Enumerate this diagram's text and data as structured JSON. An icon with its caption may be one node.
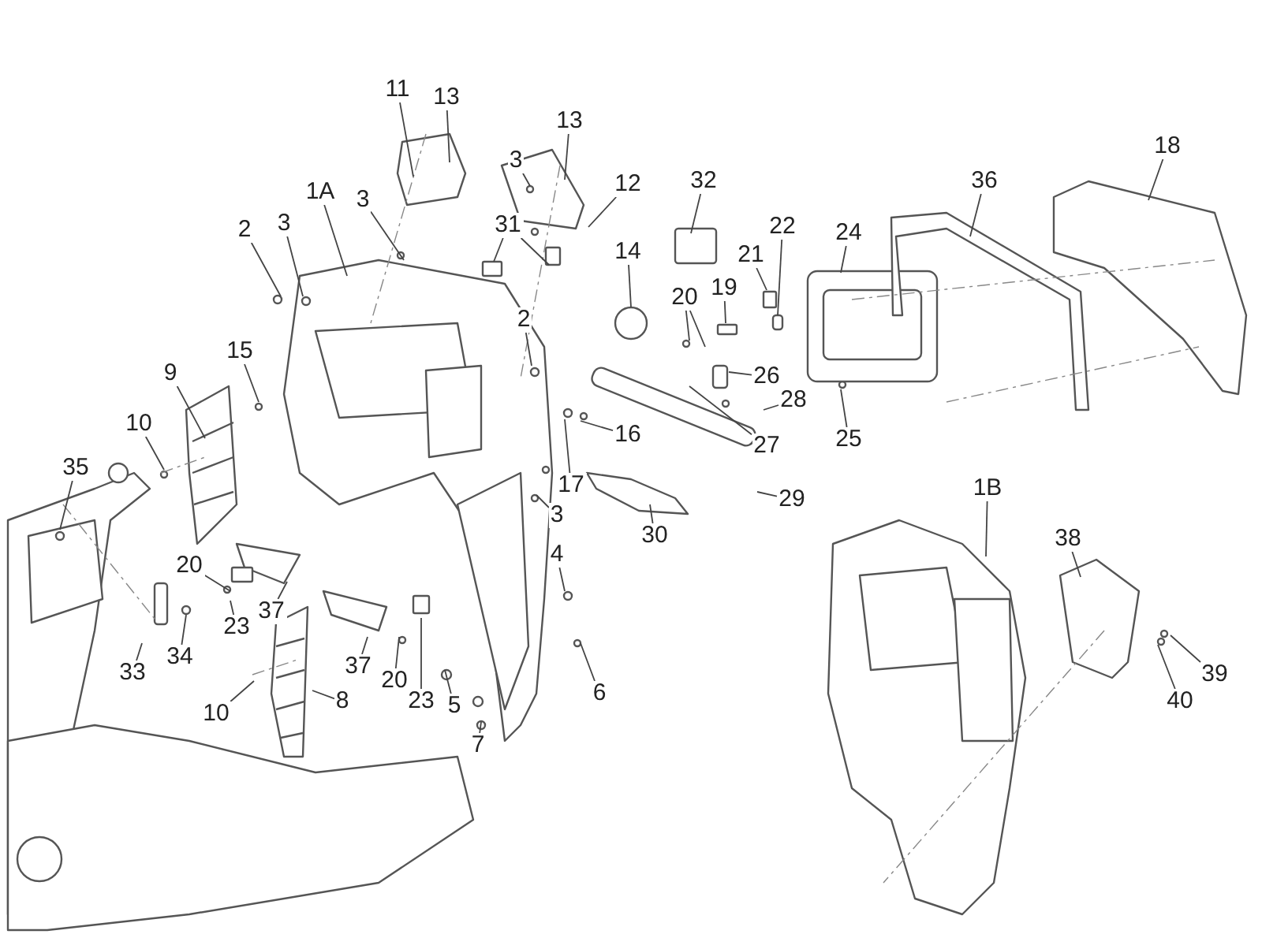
{
  "diagram": {
    "nodes": [
      {
        "text": [
          "11"
        ]
      },
      {
        "text": [
          "13"
        ]
      },
      {
        "text": [
          "13"
        ]
      },
      {
        "text": [
          "3"
        ]
      },
      {
        "text": [
          "12"
        ]
      },
      {
        "text": [
          "32"
        ]
      },
      {
        "text": [
          "18"
        ]
      },
      {
        "text": [
          "36"
        ]
      },
      {
        "text": [
          "1A"
        ]
      },
      {
        "text": [
          "3"
        ]
      },
      {
        "text": [
          "2"
        ]
      },
      {
        "text": [
          "3"
        ]
      },
      {
        "text": [
          "31"
        ]
      },
      {
        "text": [
          "22"
        ]
      },
      {
        "text": [
          "24"
        ]
      },
      {
        "text": [
          "14"
        ]
      },
      {
        "text": [
          "21"
        ]
      },
      {
        "text": [
          "20"
        ]
      },
      {
        "text": [
          "19"
        ]
      },
      {
        "text": [
          "2"
        ]
      },
      {
        "text": [
          "26"
        ]
      },
      {
        "text": [
          "15"
        ]
      },
      {
        "text": [
          "9"
        ]
      },
      {
        "text": [
          "10"
        ]
      },
      {
        "text": [
          "28"
        ]
      },
      {
        "text": [
          "27"
        ]
      },
      {
        "text": [
          "25"
        ]
      },
      {
        "text": [
          "16"
        ]
      },
      {
        "text": [
          "17"
        ]
      },
      {
        "text": [
          "35"
        ]
      },
      {
        "text": [
          "3"
        ]
      },
      {
        "text": [
          "29"
        ]
      },
      {
        "text": [
          "1B"
        ]
      },
      {
        "text": [
          "30"
        ]
      },
      {
        "text": [
          "38"
        ]
      },
      {
        "text": [
          "4"
        ]
      },
      {
        "text": [
          "20"
        ]
      },
      {
        "text": [
          "23"
        ]
      },
      {
        "text": [
          "37"
        ]
      },
      {
        "text": [
          "33"
        ]
      },
      {
        "text": [
          "34"
        ]
      },
      {
        "text": [
          "20"
        ]
      },
      {
        "text": [
          "37"
        ]
      },
      {
        "text": [
          "6"
        ]
      },
      {
        "text": [
          "39"
        ]
      },
      {
        "text": [
          "40"
        ]
      },
      {
        "text": [
          "10"
        ]
      },
      {
        "text": [
          "8"
        ]
      },
      {
        "text": [
          "23"
        ]
      },
      {
        "text": [
          "5"
        ]
      },
      {
        "text": [
          "7"
        ]
      }
    ],
    "edges": [
      {
        "from": 0,
        "to": null,
        "arrow": "none"
      },
      {
        "from": 1,
        "to": null,
        "arrow": "none"
      },
      {
        "from": 2,
        "to": null,
        "arrow": "none"
      },
      {
        "from": 3,
        "to": null,
        "arrow": "none"
      },
      {
        "from": 4,
        "to": null,
        "arrow": "none"
      },
      {
        "from": 5,
        "to": null,
        "arrow": "none"
      },
      {
        "from": 6,
        "to": null,
        "arrow": "none"
      },
      {
        "from": 7,
        "to": null,
        "arrow": "none"
      },
      {
        "from": 8,
        "to": null,
        "arrow": "none"
      },
      {
        "from": 9,
        "to": null,
        "arrow": "none"
      },
      {
        "from": 10,
        "to": null,
        "arrow": "none"
      },
      {
        "from": 11,
        "to": null,
        "arrow": "none"
      },
      {
        "from": 12,
        "to": null,
        "arrow": "none"
      },
      {
        "from": 12,
        "to": null,
        "arrow": "none"
      },
      {
        "from": 13,
        "to": null,
        "arrow": "none"
      },
      {
        "from": 14,
        "to": null,
        "arrow": "none"
      },
      {
        "from": 15,
        "to": null,
        "arrow": "none"
      },
      {
        "from": 16,
        "to": null,
        "arrow": "none"
      },
      {
        "from": 17,
        "to": null,
        "arrow": "none"
      },
      {
        "from": 17,
        "to": null,
        "arrow": "none"
      },
      {
        "from": 18,
        "to": null,
        "arrow": "none"
      },
      {
        "from": 19,
        "to": null,
        "arrow": "none"
      },
      {
        "from": 20,
        "to": null,
        "arrow": "none"
      },
      {
        "from": 21,
        "to": null,
        "arrow": "none"
      },
      {
        "from": 22,
        "to": null,
        "arrow": "none"
      },
      {
        "from": 23,
        "to": null,
        "arrow": "none"
      },
      {
        "from": 24,
        "to": null,
        "arrow": "none"
      },
      {
        "from": 25,
        "to": null,
        "arrow": "none"
      },
      {
        "from": 26,
        "to": null,
        "arrow": "none"
      },
      {
        "from": 27,
        "to": null,
        "arrow": "none"
      },
      {
        "from": 28,
        "to": null,
        "arrow": "none"
      },
      {
        "from": 29,
        "to": null,
        "arrow": "none"
      },
      {
        "from": 30,
        "to": null,
        "arrow": "none"
      },
      {
        "from": 31,
        "to": null,
        "arrow": "none"
      },
      {
        "from": 32,
        "to": null,
        "arrow": "none"
      },
      {
        "from": 33,
        "to": null,
        "arrow": "none"
      },
      {
        "from": 34,
        "to": null,
        "arrow": "none"
      },
      {
        "from": 35,
        "to": null,
        "arrow": "none"
      },
      {
        "from": 36,
        "to": null,
        "arrow": "none"
      },
      {
        "from": 37,
        "to": null,
        "arrow": "none"
      },
      {
        "from": 38,
        "to": null,
        "arrow": "none"
      },
      {
        "from": 39,
        "to": null,
        "arrow": "none"
      },
      {
        "from": 40,
        "to": null,
        "arrow": "none"
      },
      {
        "from": 41,
        "to": null,
        "arrow": "none"
      },
      {
        "from": 42,
        "to": null,
        "arrow": "none"
      },
      {
        "from": 43,
        "to": null,
        "arrow": "none"
      },
      {
        "from": 44,
        "to": null,
        "arrow": "none"
      },
      {
        "from": 45,
        "to": null,
        "arrow": "none"
      },
      {
        "from": 46,
        "to": null,
        "arrow": "none"
      },
      {
        "from": 47,
        "to": null,
        "arrow": "none"
      },
      {
        "from": 48,
        "to": null,
        "arrow": "none"
      },
      {
        "from": 49,
        "to": null,
        "arrow": "none"
      },
      {
        "from": 50,
        "to": null,
        "arrow": "none"
      }
    ]
  }
}
